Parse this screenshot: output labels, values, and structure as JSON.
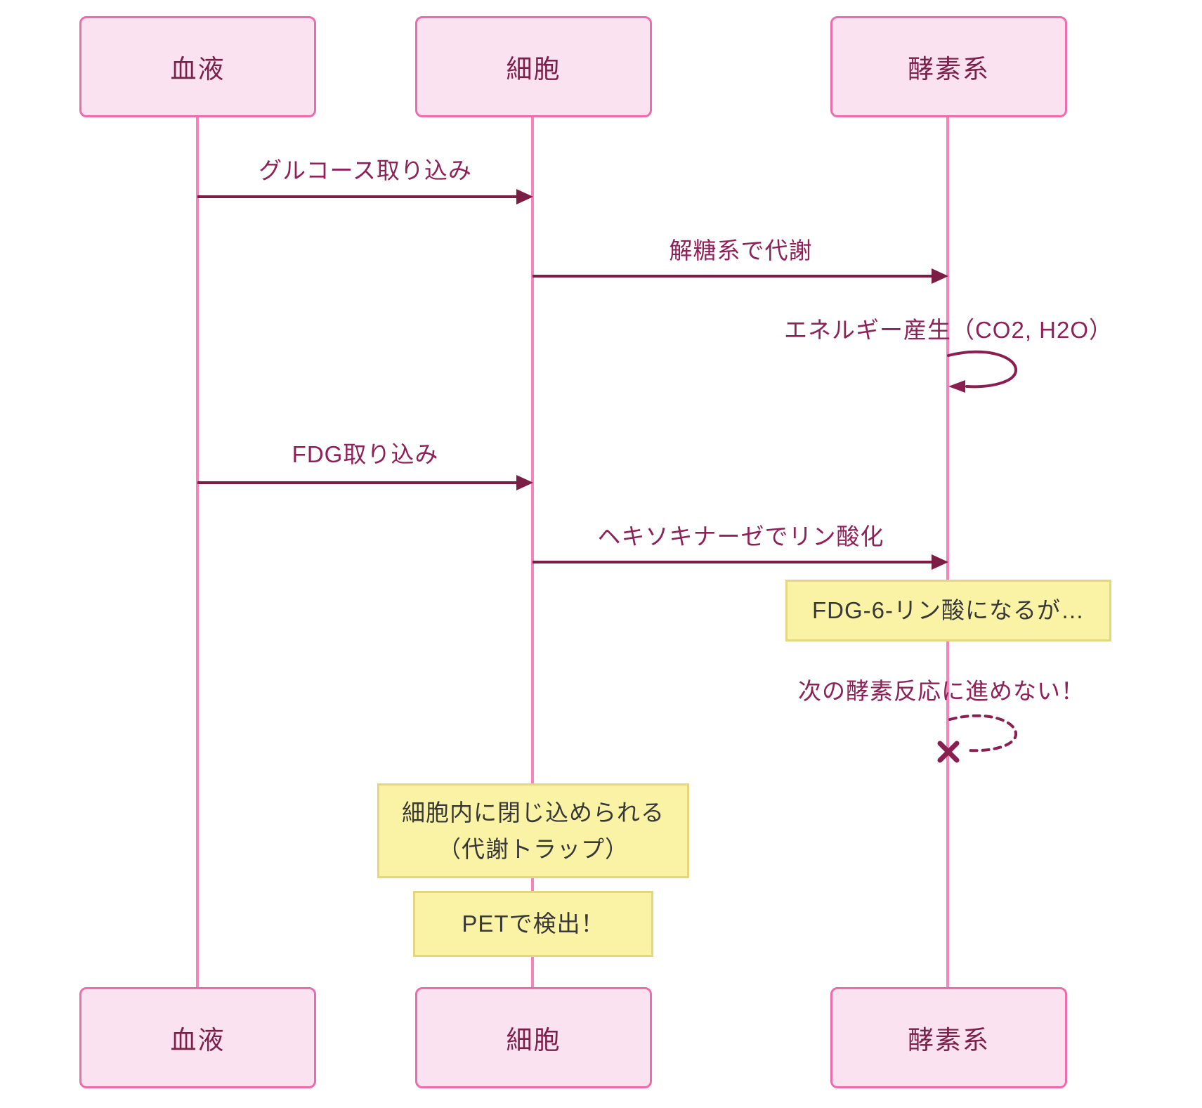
{
  "diagram": {
    "kind": "sequence-diagram",
    "topic": "FDG metabolic trapping (PET)",
    "actors": [
      {
        "id": "blood",
        "label": "血液"
      },
      {
        "id": "cell",
        "label": "細胞"
      },
      {
        "id": "enzyme",
        "label": "酵素系"
      }
    ],
    "messages": [
      {
        "from": "血液",
        "to": "細胞",
        "label": "グルコース取り込み",
        "line": "solid",
        "end": "arrow"
      },
      {
        "from": "細胞",
        "to": "酵素系",
        "label": "解糖系で代謝",
        "line": "solid",
        "end": "arrow"
      },
      {
        "from": "酵素系",
        "to": "酵素系",
        "label": "エネルギー産生（CO2, H2O）",
        "line": "solid",
        "end": "arrow",
        "self": true
      },
      {
        "from": "血液",
        "to": "細胞",
        "label": "FDG取り込み",
        "line": "solid",
        "end": "arrow"
      },
      {
        "from": "細胞",
        "to": "酵素系",
        "label": "ヘキソキナーゼでリン酸化",
        "line": "solid",
        "end": "arrow"
      },
      {
        "from": "酵素系",
        "to": "酵素系",
        "label": "次の酵素反応に進めない！",
        "line": "dashed",
        "end": "cross",
        "self": true
      }
    ],
    "notes": [
      {
        "over": "酵素系",
        "label": "FDG-6-リン酸になるが…"
      },
      {
        "over": "細胞",
        "lines": [
          "細胞内に閉じ込められる",
          "（代謝トラップ）"
        ]
      },
      {
        "over": "細胞",
        "label": "PETで検出！"
      }
    ],
    "colors": {
      "background": "#ffffff",
      "actorFill": "#fbe2f0",
      "actorBorder": "#ee6cab",
      "actorText": "#7b2049",
      "lifeline": "#f584bc",
      "arrow": "#7c1d46",
      "messageText": "#8e2158",
      "loopStroke": "#881f50",
      "noteFill": "#faf3a5",
      "noteBorder": "#e5d77d",
      "noteText": "#383838"
    }
  }
}
